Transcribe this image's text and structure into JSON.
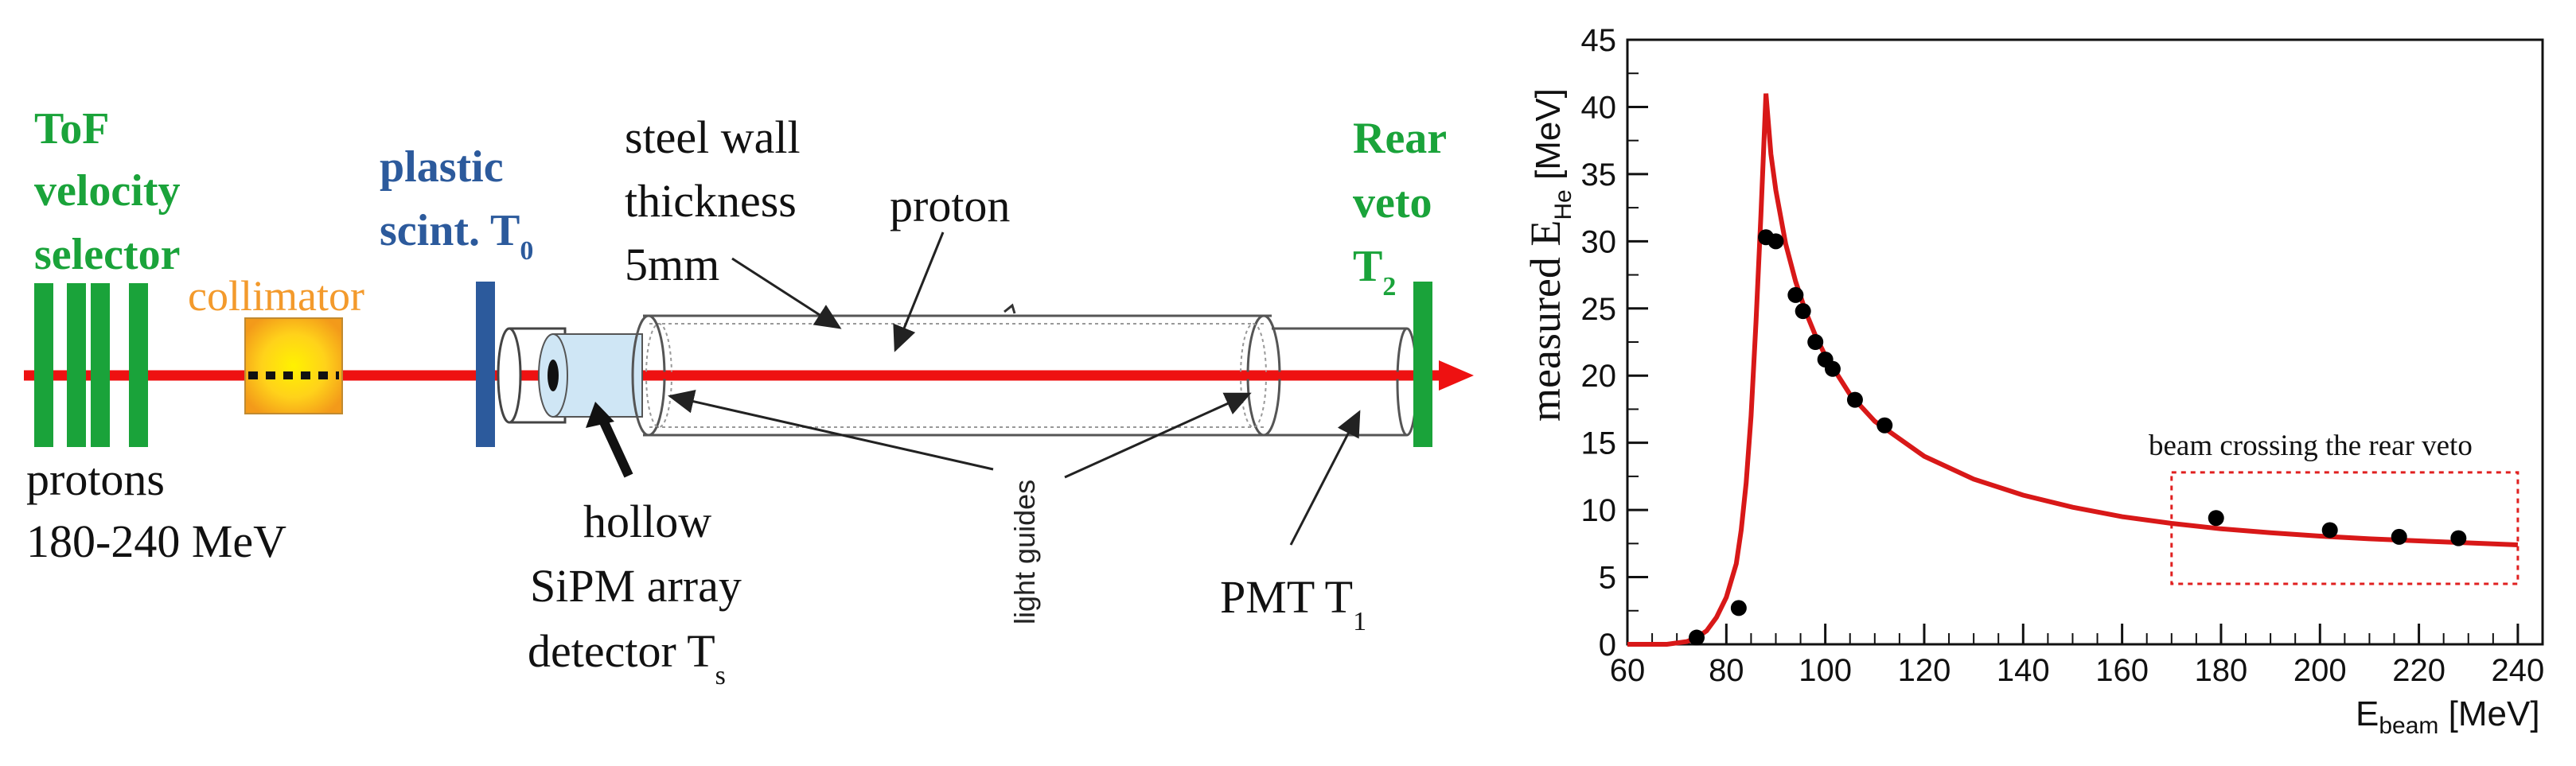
{
  "diagram": {
    "labels": {
      "tof_1": "ToF",
      "tof_2": "velocity",
      "tof_3": "selector",
      "collimator": "collimator",
      "plastic_1": "plastic",
      "plastic_2": "scint. T",
      "plastic_sub": "0",
      "steel_1": "steel wall",
      "steel_2": "thickness",
      "steel_3": "5mm",
      "proton": "proton",
      "rear_1": "Rear",
      "rear_2": "veto",
      "rear_3": "T",
      "rear_sub": "2",
      "protons_1": "protons",
      "protons_2": "180-240 MeV",
      "hollow_1": "hollow",
      "hollow_2": "SiPM array",
      "hollow_3": "detector T",
      "hollow_sub": "s",
      "light_guides": "light guides",
      "pmt": "PMT T",
      "pmt_sub": "1"
    },
    "colors": {
      "green": "#1aa33a",
      "blue": "#2c5a9c",
      "orange": "#f39a2c",
      "beam": "#ee1111"
    }
  },
  "chart_data": {
    "type": "scatter",
    "title": "",
    "xlabel_main": "E",
    "xlabel_sub": "beam",
    "xlabel_unit": " [MeV]",
    "ylabel_main": "measured  E",
    "ylabel_sub": "He",
    "ylabel_unit": " [MeV]",
    "xlim": [
      60,
      245
    ],
    "ylim": [
      0,
      45
    ],
    "xticks": [
      60,
      80,
      100,
      120,
      140,
      160,
      180,
      200,
      220,
      240
    ],
    "yticks": [
      0,
      5,
      10,
      15,
      20,
      25,
      30,
      35,
      40,
      45
    ],
    "grid": false,
    "annotation": "beam crossing the rear veto",
    "annotation_box": {
      "x": [
        170,
        240
      ],
      "y": [
        4.5,
        12.8
      ]
    },
    "points": {
      "x": [
        74,
        82.5,
        88,
        90,
        94,
        95.5,
        98,
        100,
        101.5,
        106,
        112,
        179,
        202,
        216,
        228
      ],
      "y": [
        0.5,
        2.7,
        30.3,
        30.0,
        26.0,
        24.8,
        22.5,
        21.2,
        20.5,
        18.2,
        16.3,
        9.4,
        8.5,
        8.0,
        7.9
      ]
    },
    "curve": {
      "x": [
        60,
        68,
        72,
        74,
        76,
        78,
        80,
        82,
        83,
        84,
        85,
        86,
        87,
        88,
        89,
        90,
        92,
        94,
        96,
        98,
        100,
        105,
        110,
        120,
        130,
        140,
        150,
        160,
        170,
        180,
        190,
        200,
        210,
        220,
        230,
        240
      ],
      "y": [
        0,
        0,
        0.2,
        0.5,
        1,
        2,
        3.5,
        6,
        8.5,
        12,
        17,
        24,
        32,
        41,
        36.5,
        33.8,
        29.8,
        27,
        24.8,
        23,
        21.5,
        18.6,
        16.6,
        14,
        12.3,
        11.1,
        10.2,
        9.5,
        9.0,
        8.6,
        8.3,
        8.05,
        7.85,
        7.7,
        7.55,
        7.4
      ]
    },
    "colors": {
      "curve": "#d81818",
      "points": "#000000"
    }
  }
}
